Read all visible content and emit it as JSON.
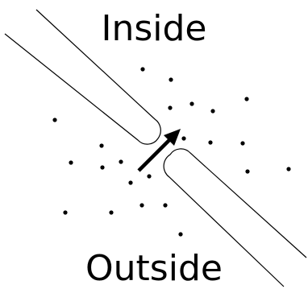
{
  "labels": {
    "inside": "Inside",
    "outside": "Outside"
  },
  "colors": {
    "ink": "#000000",
    "background": "#ffffff"
  },
  "diagram": {
    "shapes": [
      "membrane-upper-lobe",
      "membrane-lower-lobe",
      "particle-dots",
      "flow-arrow"
    ],
    "arrow_direction": "outside-to-inside"
  }
}
